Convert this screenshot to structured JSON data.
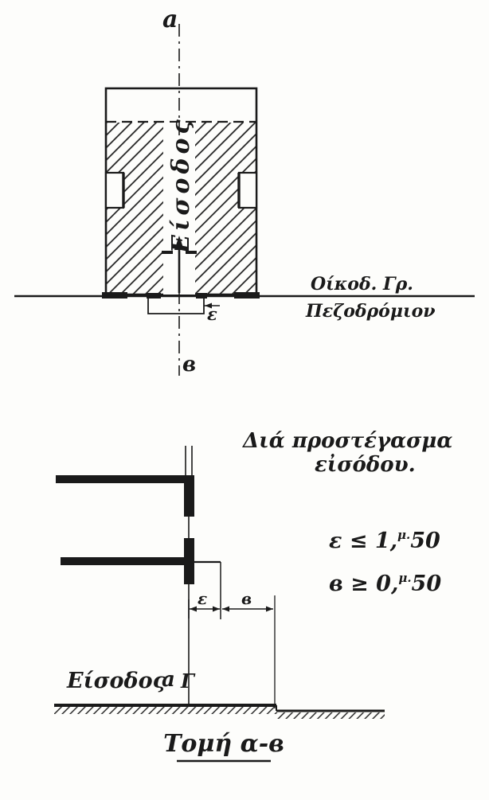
{
  "drawing": {
    "paper_color": "#fdfdfb",
    "ink_color": "#1a1a1a"
  },
  "plan": {
    "axis_top": "a",
    "axis_bottom": "в",
    "entrance": "Είσοδος",
    "epsilon": "ε",
    "building_line": "Οίκοδ. Γρ.",
    "sidewalk": "Πεζοδρόμιον"
  },
  "section": {
    "note1": "Διά προστέγασμα",
    "note2": "εἰσόδου.",
    "epsilon": "ε",
    "beta": "в",
    "ineq1": {
      "lhs": "ε ≤ 1,",
      "sup": "μ.",
      "rest": "50"
    },
    "ineq2": {
      "lhs": "в ≥ 0,",
      "sup": "μ.",
      "rest": "50"
    },
    "entrance": "Είσοδος",
    "point_a": "a",
    "point_g": "Γ",
    "caption": "Τομή α-в"
  }
}
